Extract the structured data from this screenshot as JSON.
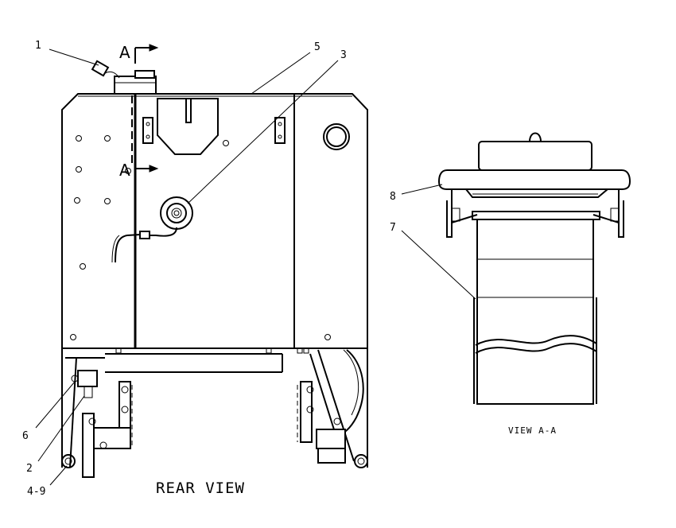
{
  "section_marker": "A",
  "callouts": {
    "c1": "1",
    "c2": "2",
    "c3": "3",
    "c5": "5",
    "c6": "6",
    "c7": "7",
    "c8": "8",
    "c49": "4-9"
  },
  "labels": {
    "rear_view": "REAR VIEW",
    "view_aa": "VIEW A-A"
  }
}
